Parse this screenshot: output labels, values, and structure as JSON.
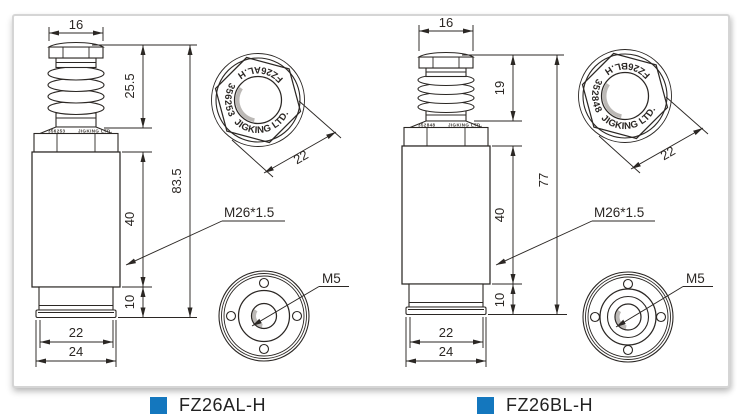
{
  "colors": {
    "accent": "#1477be",
    "line": "#2b2724",
    "panel_border": "#d5d5d5"
  },
  "units": {
    "left": {
      "name": "FZ26AL-H",
      "dims": {
        "top_width": "16",
        "bellows_height": "25.5",
        "overall_height": "83.5",
        "thread_length": "40",
        "base_height": "10",
        "base_width": "22",
        "flange_width": "24"
      },
      "thread_label": "M26*1.5",
      "top_view": {
        "across_flats": "22",
        "model": "FZ26AL.H",
        "serial": "356253",
        "brand": "JIGKING LTD."
      },
      "bottom_view": {
        "thread": "M5"
      }
    },
    "right": {
      "name": "FZ26BL-H",
      "dims": {
        "top_width": "16",
        "bellows_height": "19",
        "overall_height": "77",
        "thread_length": "40",
        "base_height": "10",
        "base_width": "22",
        "flange_width": "24"
      },
      "thread_label": "M26*1.5",
      "top_view": {
        "across_flats": "22",
        "model": "FZ26BL.H",
        "serial": "352848",
        "brand": "JIGKING LTD."
      },
      "bottom_view": {
        "thread": "M5"
      }
    }
  }
}
